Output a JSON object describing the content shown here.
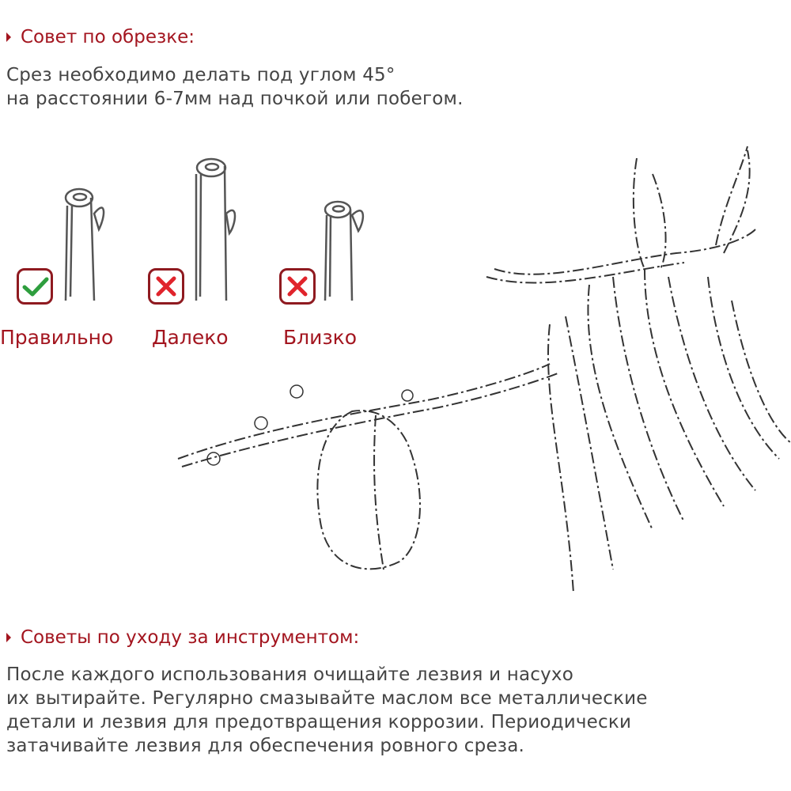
{
  "pruning_tip": {
    "heading": "Совет по обрезке:",
    "lines": [
      "Срез необходимо делать под углом 45°",
      "на расстоянии 6-7мм над почкой или побегом."
    ]
  },
  "examples": [
    {
      "label": "Правильно",
      "icon": "check-icon",
      "status": "correct"
    },
    {
      "label": "Далеко",
      "icon": "cross-icon",
      "status": "wrong"
    },
    {
      "label": "Близко",
      "icon": "cross-icon",
      "status": "wrong"
    }
  ],
  "care_tip": {
    "heading": "Советы по уходу за инструментом:",
    "lines": [
      "После каждого использования очищайте лезвия и насухо",
      "их вытирайте. Регулярно смазывайте маслом все металлические",
      "детали и лезвия для предотвращения коррозии. Периодически",
      "затачивайте лезвия для обеспечения ровного среза."
    ]
  },
  "colors": {
    "accent": "#a3151f",
    "text": "#444444",
    "check": "#2e9e3e",
    "cross": "#e0242c"
  }
}
